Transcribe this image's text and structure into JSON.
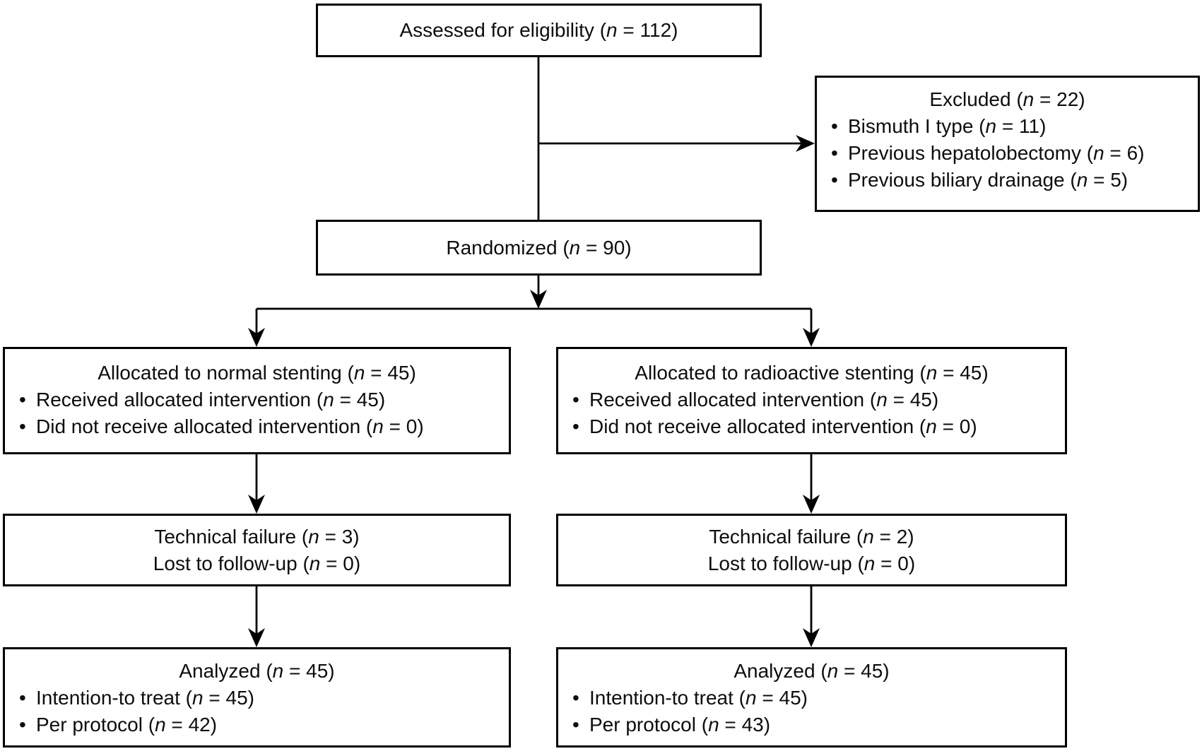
{
  "diagram_colors": {
    "line": "#000000",
    "background": "#ffffff",
    "text": "#0d0d0d"
  },
  "boxes": {
    "assessed": {
      "title": "Assessed for eligibility (n = 112)"
    },
    "excluded": {
      "title": "Excluded (n = 22)",
      "items": [
        "Bismuth I type (n = 11)",
        "Previous hepatolobectomy (n = 6)",
        "Previous biliary drainage (n = 5)"
      ]
    },
    "randomized": {
      "title": "Randomized (n = 90)"
    },
    "allocation_left": {
      "title": "Allocated to normal stenting (n = 45)",
      "items": [
        "Received allocated intervention (n = 45)",
        "Did not receive allocated intervention (n = 0)"
      ]
    },
    "allocation_right": {
      "title": "Allocated to radioactive stenting (n = 45)",
      "items": [
        "Received allocated intervention (n = 45)",
        "Did not receive allocated intervention (n = 0)"
      ]
    },
    "followup_left": {
      "lines": [
        "Technical failure (n = 3)",
        "Lost to follow-up (n = 0)"
      ]
    },
    "followup_right": {
      "lines": [
        "Technical failure (n = 2)",
        "Lost to follow-up (n = 0)"
      ]
    },
    "analyzed_left": {
      "title": "Analyzed (n = 45)",
      "items": [
        "Intention-to treat (n = 45)",
        "Per protocol (n = 42)"
      ]
    },
    "analyzed_right": {
      "title": "Analyzed (n = 45)",
      "items": [
        "Intention-to treat (n = 45)",
        "Per protocol (n = 43)"
      ]
    }
  }
}
